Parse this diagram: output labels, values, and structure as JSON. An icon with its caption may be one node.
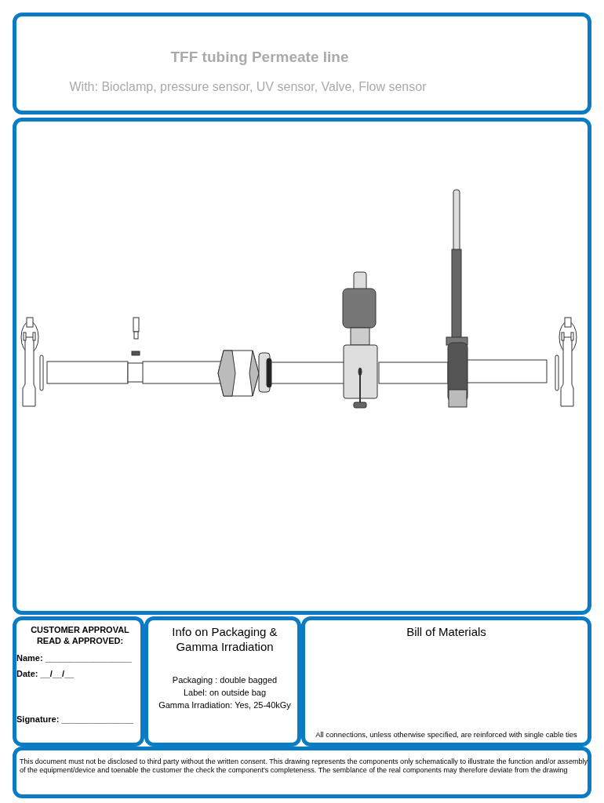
{
  "diagram": {
    "nodes": [
      {
        "text": [
          "TFF tubing Permeate line",
          "With: Bioclamp, pressure sensor, UV sensor, Valve, Flow sensor"
        ]
      },
      {
        "text": [],
        "shape": "box"
      },
      {
        "text": [
          "CUSTOMER APPROVAL READ & APPROVED:",
          "Name: __________________",
          "Date: __/__/__",
          "Signature: _______________"
        ]
      },
      {
        "text": [
          "Info on Packaging & Gamma Irradiation",
          "Packaging : double bagged",
          "Label: on outside bag",
          "Gamma Irradiation: Yes, 25-40kGy"
        ]
      },
      {
        "text": [
          "Bill of Materials",
          "All connections, unless otherwise specified, are reinforced with single cable ties"
        ]
      },
      {
        "text": [
          "This document must not be disclosed to third party without the written consent. This drawing represents the components only schematically to illustrate the function and/or assembly of the equipment/device and toenable the customer the check the component's completeness. The semblance of the real components may therefore deviate from the drawing"
        ]
      }
    ]
  }
}
